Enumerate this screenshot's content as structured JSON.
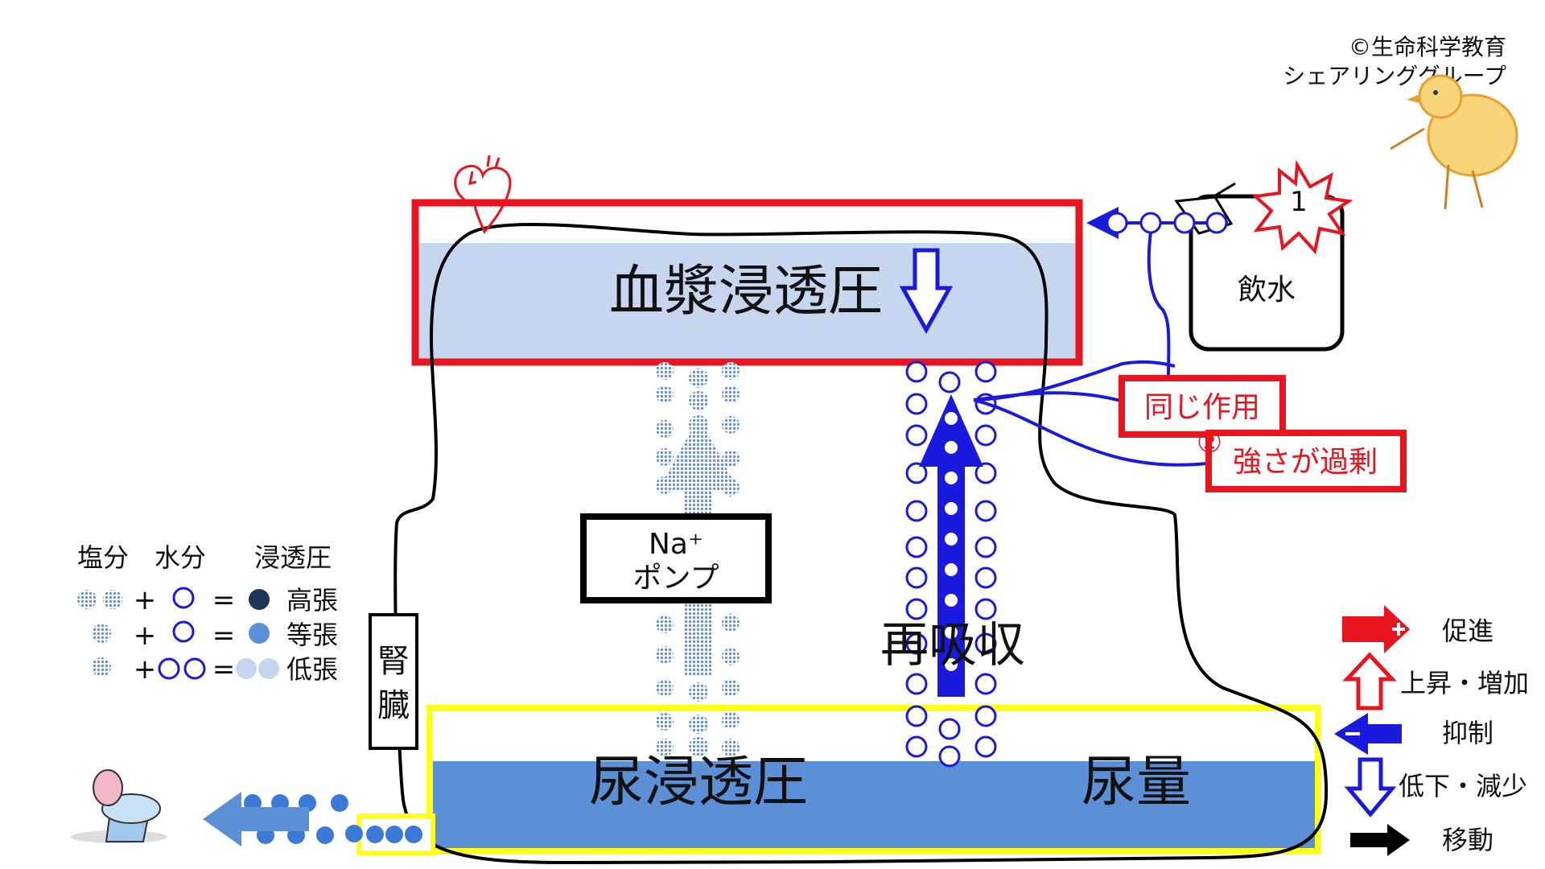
{
  "credit": {
    "line1": "©生命科学教育",
    "line2": "シェアリンググループ"
  },
  "plasma": {
    "label": "血漿浸透圧"
  },
  "drink": {
    "label": "飲水",
    "badge": "1"
  },
  "callout": {
    "same_action": "同じ作用",
    "excess_number": "②",
    "excess": "強さが過剰"
  },
  "pump": {
    "line1": "Na⁺",
    "line2": "ポンプ"
  },
  "reabsorption": {
    "label": "再吸収"
  },
  "kidney": {
    "line1": "腎",
    "line2": "臓"
  },
  "urine": {
    "osmotic": "尿浸透圧",
    "volume": "尿量"
  },
  "legend_left": {
    "headers": [
      "塩分",
      "水分",
      "浸透圧"
    ],
    "rows": [
      {
        "plus": "+",
        "equals": "=",
        "label": "高張"
      },
      {
        "plus": "+",
        "equals": "=",
        "label": "等張"
      },
      {
        "plus": "+",
        "equals": "=",
        "label": "低張"
      }
    ]
  },
  "legend_right": {
    "items": [
      {
        "icon": "red-plus-arrow-icon",
        "label": "促進"
      },
      {
        "icon": "red-up-arrow-icon",
        "label": "上昇・増加"
      },
      {
        "icon": "blue-minus-arrow-icon",
        "label": "抑制"
      },
      {
        "icon": "blue-down-arrow-icon",
        "label": "低下・減少"
      },
      {
        "icon": "black-arrow-icon",
        "label": "移動"
      }
    ]
  },
  "colors": {
    "red": "#e8141e",
    "blue": "#1a1adf",
    "plasma_fill": "#c5d6ee",
    "urine_fill": "#5b8fd6",
    "yellow": "#ffff1a",
    "dark_navy": "#1e3458"
  }
}
